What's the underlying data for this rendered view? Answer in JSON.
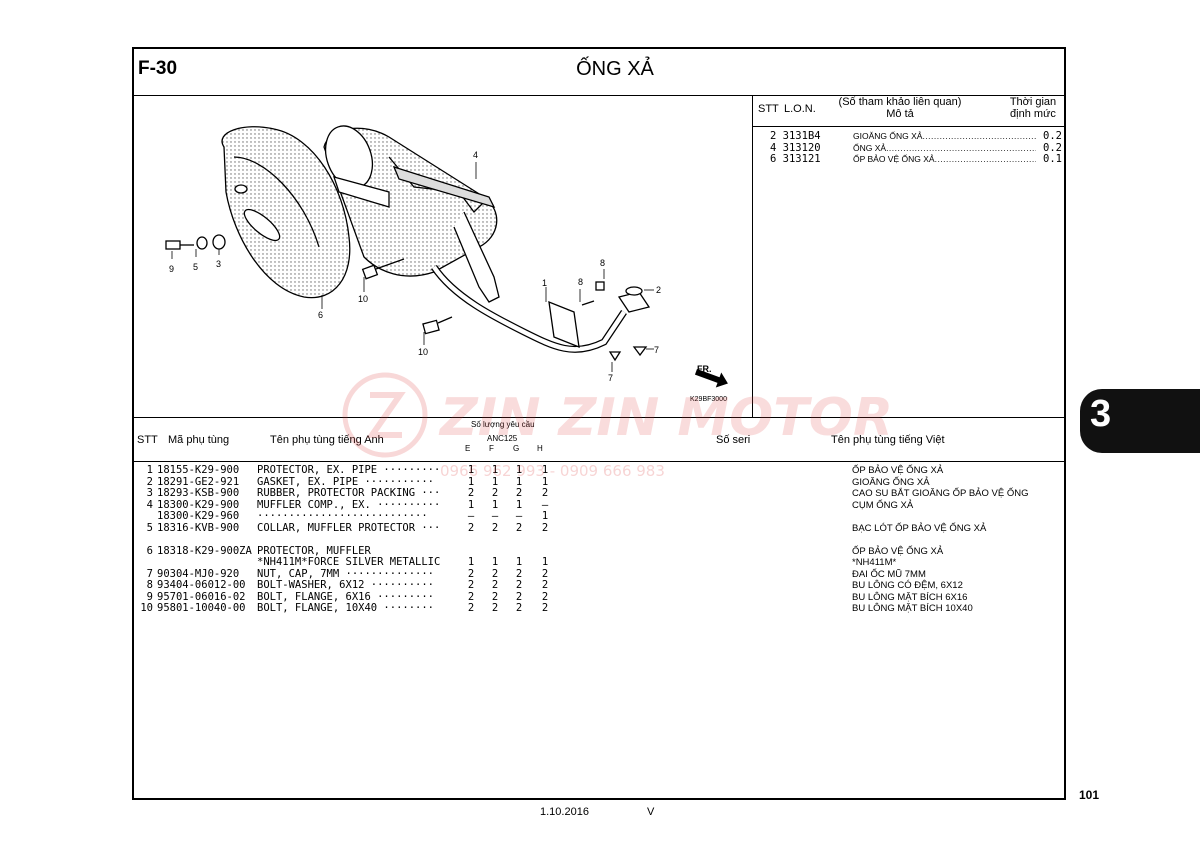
{
  "header": {
    "section_code": "F-30",
    "title": "ỐNG XẢ"
  },
  "ref_table": {
    "col_stt": "STT",
    "col_lon": "L.O.N.",
    "col_desc_line1": "(Số tham khảo liên quan)",
    "col_desc_line2": "Mô tả",
    "col_time_line1": "Thời gian",
    "col_time_line2": "định mức",
    "rows": [
      {
        "stt": "2",
        "lon": "3131B4",
        "desc": "GIOĂNG ỐNG XẢ",
        "time": "0.2"
      },
      {
        "stt": "4",
        "lon": "313120",
        "desc": "ỐNG XẢ",
        "time": "0.2"
      },
      {
        "stt": "6",
        "lon": "313121",
        "desc": "ỐP BẢO VỆ ỐNG XẢ",
        "time": "0.1"
      }
    ]
  },
  "diagram": {
    "code": "K29BF3000",
    "fr_label": "FR.",
    "callouts": [
      "4",
      "9",
      "5",
      "3",
      "10",
      "6",
      "1",
      "8",
      "8",
      "2",
      "10",
      "7",
      "7"
    ]
  },
  "parts_table": {
    "col_stt": "STT",
    "col_part_no": "Mã phụ tùng",
    "col_name_en": "Tên phụ tùng tiếng Anh",
    "col_qty_title": "Số lượng yêu cầu",
    "col_model": "ANC125",
    "col_qty_e": "E",
    "col_qty_f": "F",
    "col_qty_g": "G",
    "col_qty_h": "H",
    "col_serial": "Số seri",
    "col_name_vn": "Tên phụ tùng tiếng Việt",
    "rows": [
      {
        "stt": "1",
        "part_no": "18155-K29-900",
        "name_en": "PROTECTOR, EX. PIPE ·········",
        "e": "1",
        "f": "1",
        "g": "1",
        "h": "1",
        "name_vn": "ỐP BẢO VỆ ỐNG XẢ"
      },
      {
        "stt": "2",
        "part_no": "18291-GE2-921",
        "name_en": "GASKET, EX. PIPE ···········",
        "e": "1",
        "f": "1",
        "g": "1",
        "h": "1",
        "name_vn": "GIOĂNG ỐNG XẢ"
      },
      {
        "stt": "3",
        "part_no": "18293-KSB-900",
        "name_en": "RUBBER, PROTECTOR PACKING ···",
        "e": "2",
        "f": "2",
        "g": "2",
        "h": "2",
        "name_vn": "CAO SU BẮT GIOĂNG ỐP BẢO VỆ ỐNG"
      },
      {
        "stt": "4",
        "part_no": "18300-K29-900",
        "name_en": "MUFFLER COMP., EX. ··········",
        "e": "1",
        "f": "1",
        "g": "1",
        "h": "–",
        "name_vn": "CỤM ỐNG XẢ"
      },
      {
        "stt": "",
        "part_no": "18300-K29-960",
        "name_en": " ···························",
        "e": "–",
        "f": "–",
        "g": "–",
        "h": "1",
        "name_vn": ""
      },
      {
        "stt": "5",
        "part_no": "18316-KVB-900",
        "name_en": "COLLAR, MUFFLER PROTECTOR ···",
        "e": "2",
        "f": "2",
        "g": "2",
        "h": "2",
        "name_vn": "BẠC LÓT ỐP BẢO VỆ ỐNG XẢ"
      },
      {
        "stt": "",
        "part_no": "",
        "name_en": "",
        "e": "",
        "f": "",
        "g": "",
        "h": "",
        "name_vn": ""
      },
      {
        "stt": "6",
        "part_no": "18318-K29-900ZA",
        "name_en": "PROTECTOR, MUFFLER",
        "e": "",
        "f": "",
        "g": "",
        "h": "",
        "name_vn": "ỐP BẢO VỆ ỐNG XẢ"
      },
      {
        "stt": "",
        "part_no": "",
        "name_en": " *NH411M*FORCE SILVER METALLIC",
        "e": "1",
        "f": "1",
        "g": "1",
        "h": "1",
        "name_vn": "*NH411M*"
      },
      {
        "stt": "7",
        "part_no": "90304-MJ0-920",
        "name_en": "NUT, CAP, 7MM ··············",
        "e": "2",
        "f": "2",
        "g": "2",
        "h": "2",
        "name_vn": "ĐAI ỐC MŨ 7MM"
      },
      {
        "stt": "8",
        "part_no": "93404-06012-00",
        "name_en": "BOLT-WASHER, 6X12 ··········",
        "e": "2",
        "f": "2",
        "g": "2",
        "h": "2",
        "name_vn": "BU LÔNG CÓ ĐỆM, 6X12"
      },
      {
        "stt": "9",
        "part_no": "95701-06016-02",
        "name_en": "BOLT, FLANGE, 6X16 ·········",
        "e": "2",
        "f": "2",
        "g": "2",
        "h": "2",
        "name_vn": "BU LÔNG MẶT BÍCH 6X16"
      },
      {
        "stt": "10",
        "part_no": "95801-10040-00",
        "name_en": "BOLT, FLANGE, 10X40 ········",
        "e": "2",
        "f": "2",
        "g": "2",
        "h": "2",
        "name_vn": "BU LÔNG MẶT BÍCH 10X40"
      }
    ]
  },
  "side_tab": "3",
  "page_number": "101",
  "footer": {
    "date": "1.10.2016",
    "version": "V"
  },
  "watermark": {
    "brand": "ZIN ZIN MOTOR",
    "phone": "0966 962 993 - 0909 666 983"
  },
  "colors": {
    "watermark": "#dc3c3c",
    "tab_bg": "#111111"
  }
}
